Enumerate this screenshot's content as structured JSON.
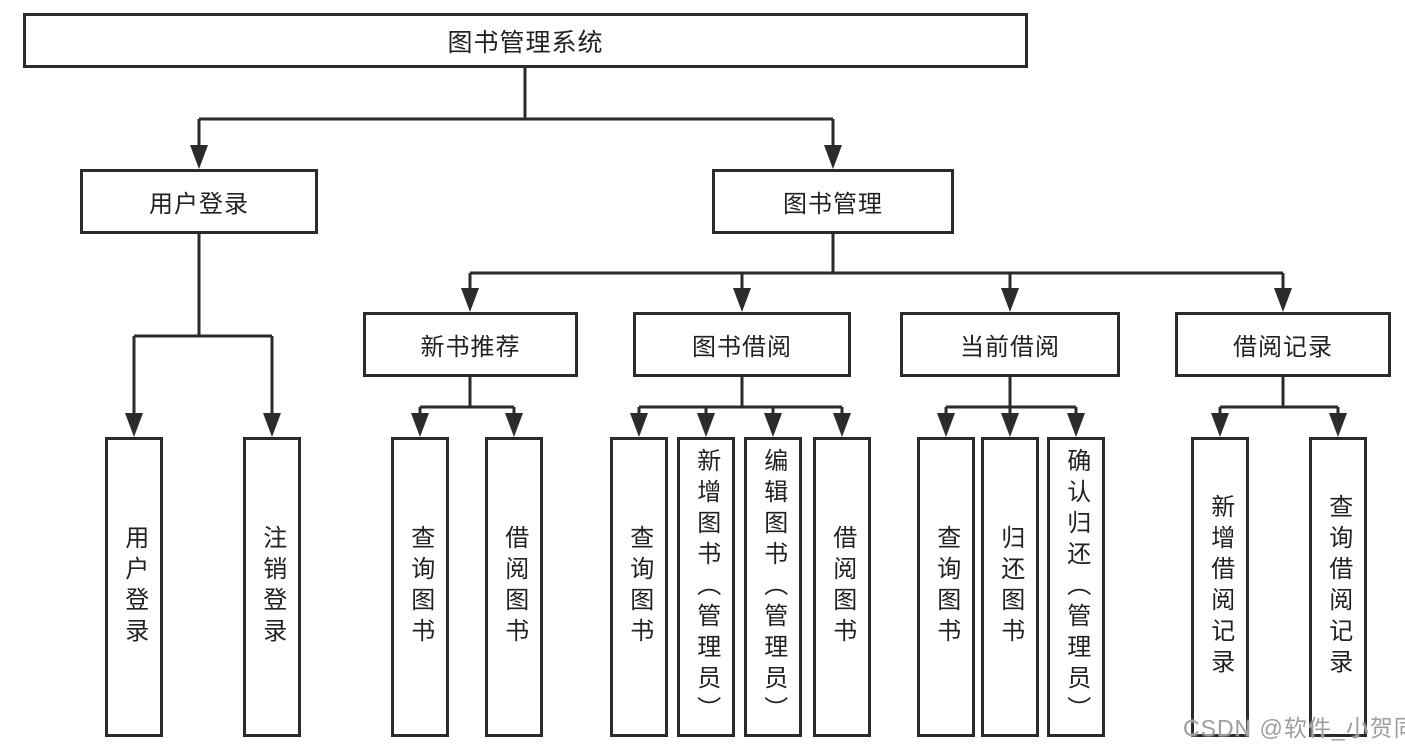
{
  "diagram": {
    "root": {
      "label": "图书管理系统"
    },
    "branches": {
      "user_login": {
        "label": "用户登录"
      },
      "book_mgmt": {
        "label": "图书管理"
      }
    },
    "modules": {
      "new_book_rec": {
        "label": "新书推荐"
      },
      "book_borrow": {
        "label": "图书借阅"
      },
      "current_borrow": {
        "label": "当前借阅"
      },
      "borrow_records": {
        "label": "借阅记录"
      }
    },
    "leaves": {
      "user_login": "用户登录",
      "logout": "注销登录",
      "query_book_rec": "查询图书",
      "borrow_book_rec": "借阅图书",
      "query_book_borrow": "查询图书",
      "add_book": "新增图书（管理员）",
      "edit_book": "编辑图书（管理员）",
      "borrow_book_2": "借阅图书",
      "query_book_current": "查询图书",
      "return_book": "归还图书",
      "confirm_return": "确认归还（管理员）",
      "add_borrow_record": "新增借阅记录",
      "query_borrow_record": "查询借阅记录"
    }
  },
  "watermark": "CSDN @软件_小贺同学",
  "colors": {
    "line": "#2b2b2b",
    "text": "#222222",
    "watermark": "#9e9e9e",
    "background": "#ffffff"
  }
}
